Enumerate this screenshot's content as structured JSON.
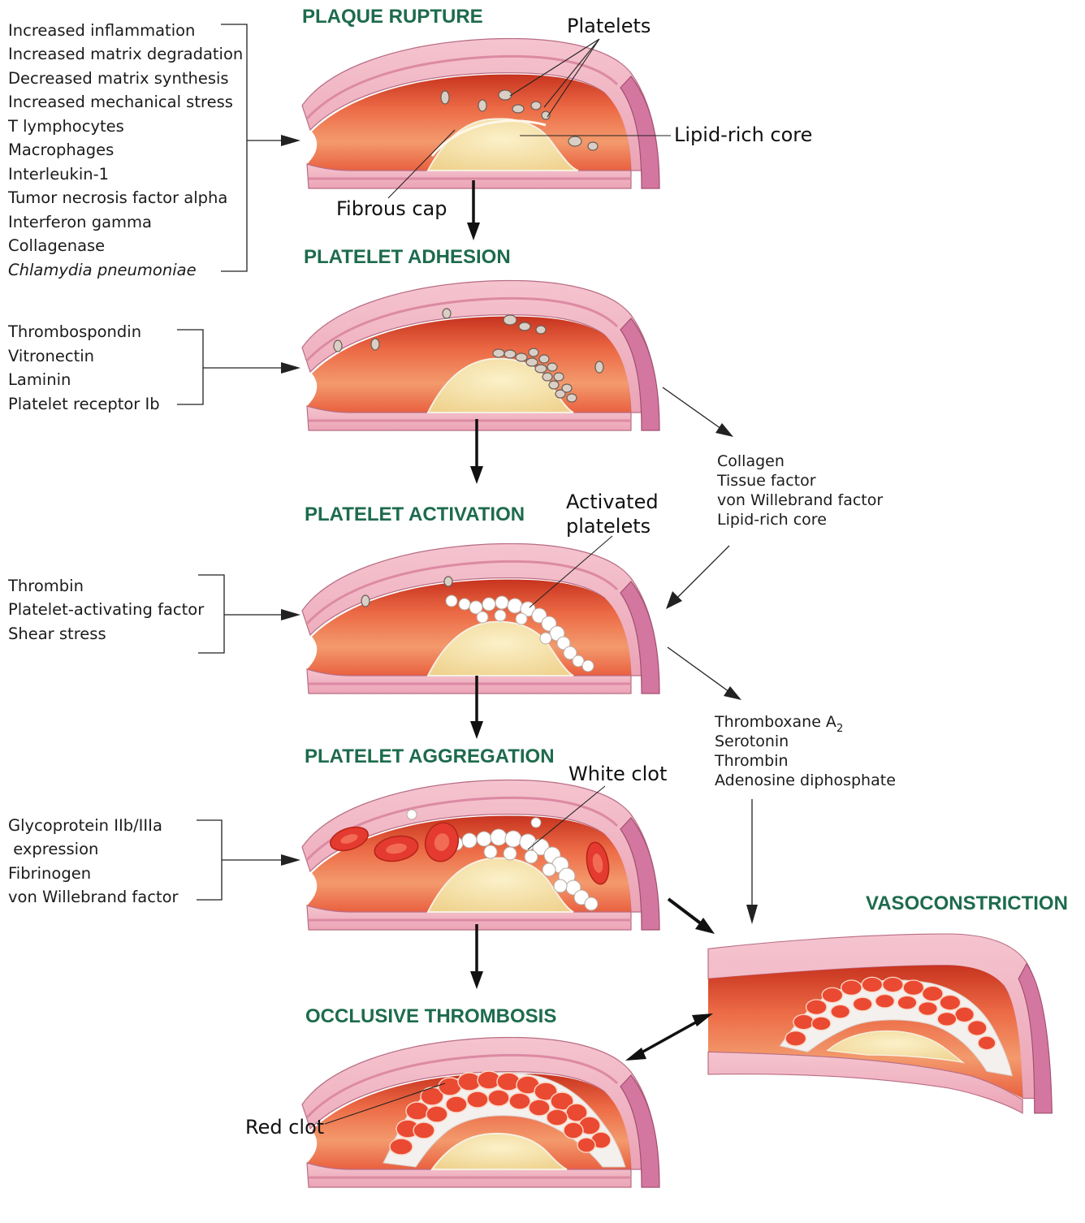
{
  "stages": {
    "plaque_rupture": "PLAQUE RUPTURE",
    "platelet_adhesion": "PLATELET ADHESION",
    "platelet_activation": "PLATELET ACTIVATION",
    "platelet_aggregation": "PLATELET AGGREGATION",
    "occlusive_thrombosis": "OCCLUSIVE THROMBOSIS",
    "vasoconstriction": "VASOCONSTRICTION"
  },
  "labels": {
    "platelets": "Platelets",
    "lipid_rich_core": "Lipid-rich core",
    "fibrous_cap": "Fibrous cap",
    "activated_platelets": [
      "Activated",
      "platelets"
    ],
    "white_clot": "White clot",
    "red_clot": "Red clot"
  },
  "factor_lists": {
    "rupture": [
      "Increased inflammation",
      "Increased matrix degradation",
      "Decreased matrix synthesis",
      "Increased mechanical stress",
      "T lymphocytes",
      "Macrophages",
      "Interleukin-1",
      "Tumor necrosis factor alpha",
      "Interferon gamma",
      "Collagenase",
      "Chlamydia pneumoniae"
    ],
    "adhesion": [
      "Thrombospondin",
      "Vitronectin",
      "Laminin",
      "Platelet receptor Ib"
    ],
    "activation": [
      "Thrombin",
      "Platelet-activating factor",
      "Shear stress"
    ],
    "aggregation": [
      "Glycoprotein IIb/IIIa",
      " expression",
      "Fibrinogen",
      "von Willebrand factor"
    ],
    "exposed": [
      "Collagen",
      "Tissue factor",
      "von Willebrand factor",
      "Lipid-rich core"
    ],
    "released": {
      "thromboxane_base": "Thromboxane A",
      "thromboxane_sub": "2",
      "rest": [
        "Serotonin",
        "Thrombin",
        "Adenosine diphosphate"
      ]
    }
  },
  "colors": {
    "title_green": "#1d6b4d",
    "lumen_red": "#e9573a",
    "wall_pink": "#f2b9c6",
    "media_pink": "#e28ea8",
    "plaque_yellow": "#f6e3a6",
    "clot_red": "#ea4a32"
  }
}
